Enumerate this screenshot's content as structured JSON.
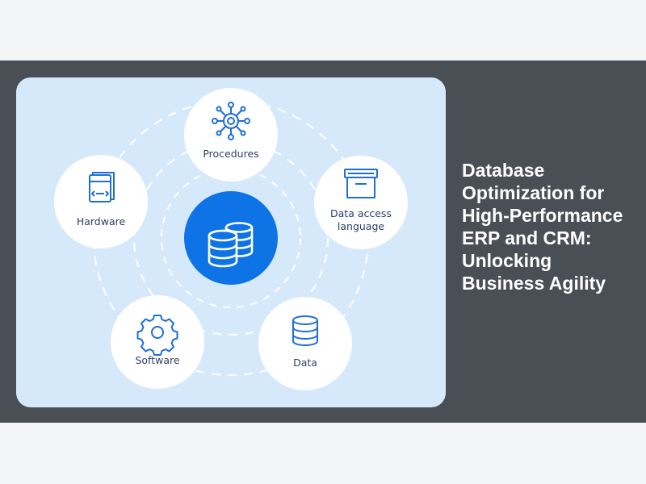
{
  "article": {
    "title": "Database Optimization for High-Performance ERP and CRM: Unlocking Business Agility"
  },
  "diagram": {
    "center_icon": "database-stack-icon",
    "nodes": [
      {
        "id": "procedures",
        "label_lines": [
          "Procedures"
        ],
        "icon": "network-hub-icon"
      },
      {
        "id": "data-access-language",
        "label_lines": [
          "Data access",
          "language"
        ],
        "icon": "archive-box-icon"
      },
      {
        "id": "data",
        "label_lines": [
          "Data"
        ],
        "icon": "database-icon"
      },
      {
        "id": "software",
        "label_lines": [
          "Software"
        ],
        "icon": "gear-icon"
      },
      {
        "id": "hardware",
        "label_lines": [
          "Hardware"
        ],
        "icon": "document-code-icon"
      }
    ]
  },
  "colors": {
    "band": "#4a4f56",
    "card": "#d6e9fb",
    "center": "#0e74e6",
    "icon_stroke": "#1f6fd6",
    "label": "#2e3f66",
    "dashes": "#ffffff"
  }
}
